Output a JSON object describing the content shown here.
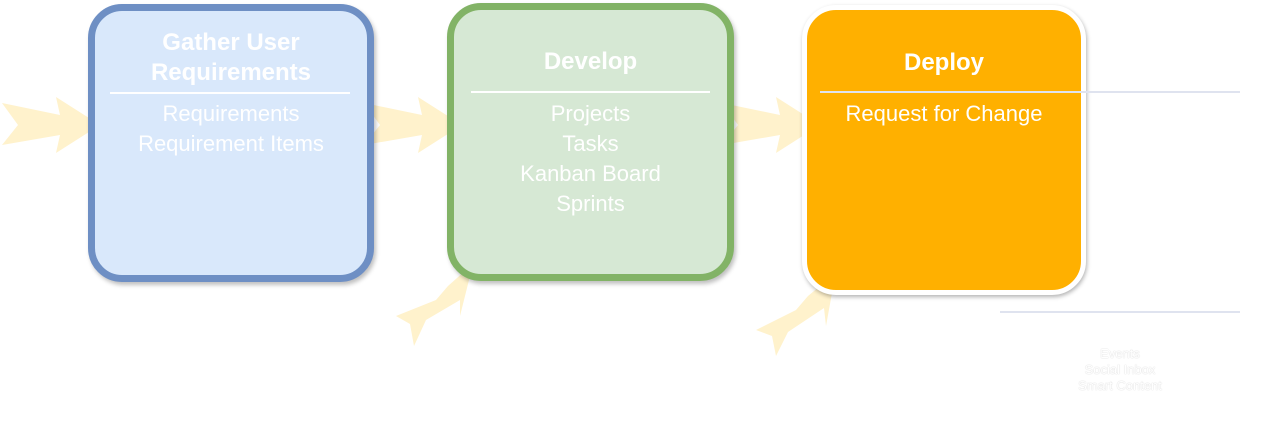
{
  "stages": [
    {
      "title": "Gather User Requirements",
      "items": [
        "Requirements",
        "Requirement Items"
      ]
    },
    {
      "title": "Develop",
      "items": [
        "Projects",
        "Tasks",
        "Kanban Board",
        "Sprints"
      ]
    },
    {
      "title": "Deploy",
      "items": [
        "Request for Change"
      ]
    }
  ],
  "extra_notes": [
    "Events",
    "Social Inbox",
    "Smart Content"
  ],
  "colors": {
    "gather_fill": "#d9e8fb",
    "gather_border": "#6e8fc4",
    "develop_fill": "#d6e8d4",
    "develop_border": "#82b366",
    "deploy_fill": "#ffb000",
    "arrow_fill": "#fff2cc"
  }
}
